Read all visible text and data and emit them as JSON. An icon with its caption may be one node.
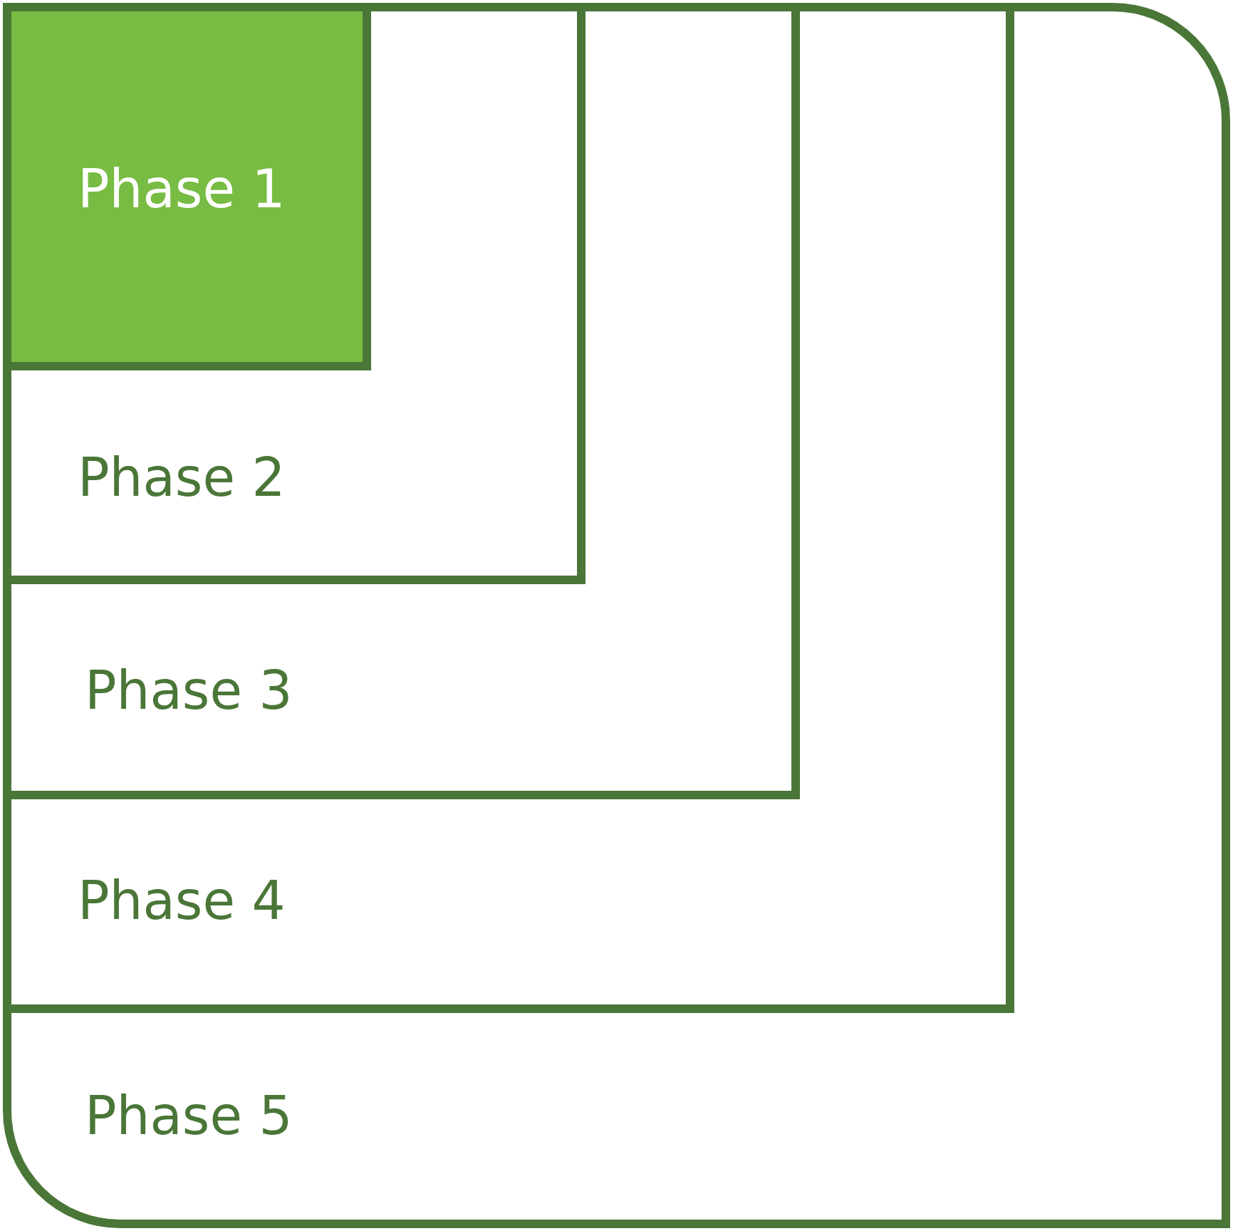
{
  "diagram": {
    "nodes": [
      {
        "text": [
          "Phase 5"
        ]
      },
      {
        "text": [
          "Phase 4"
        ],
        "in": 0
      },
      {
        "text": [
          "Phase 3"
        ],
        "in": 1
      },
      {
        "text": [
          "Phase 2"
        ],
        "in": 2
      },
      {
        "text": [
          "Phase 1"
        ],
        "in": 3
      }
    ]
  }
}
